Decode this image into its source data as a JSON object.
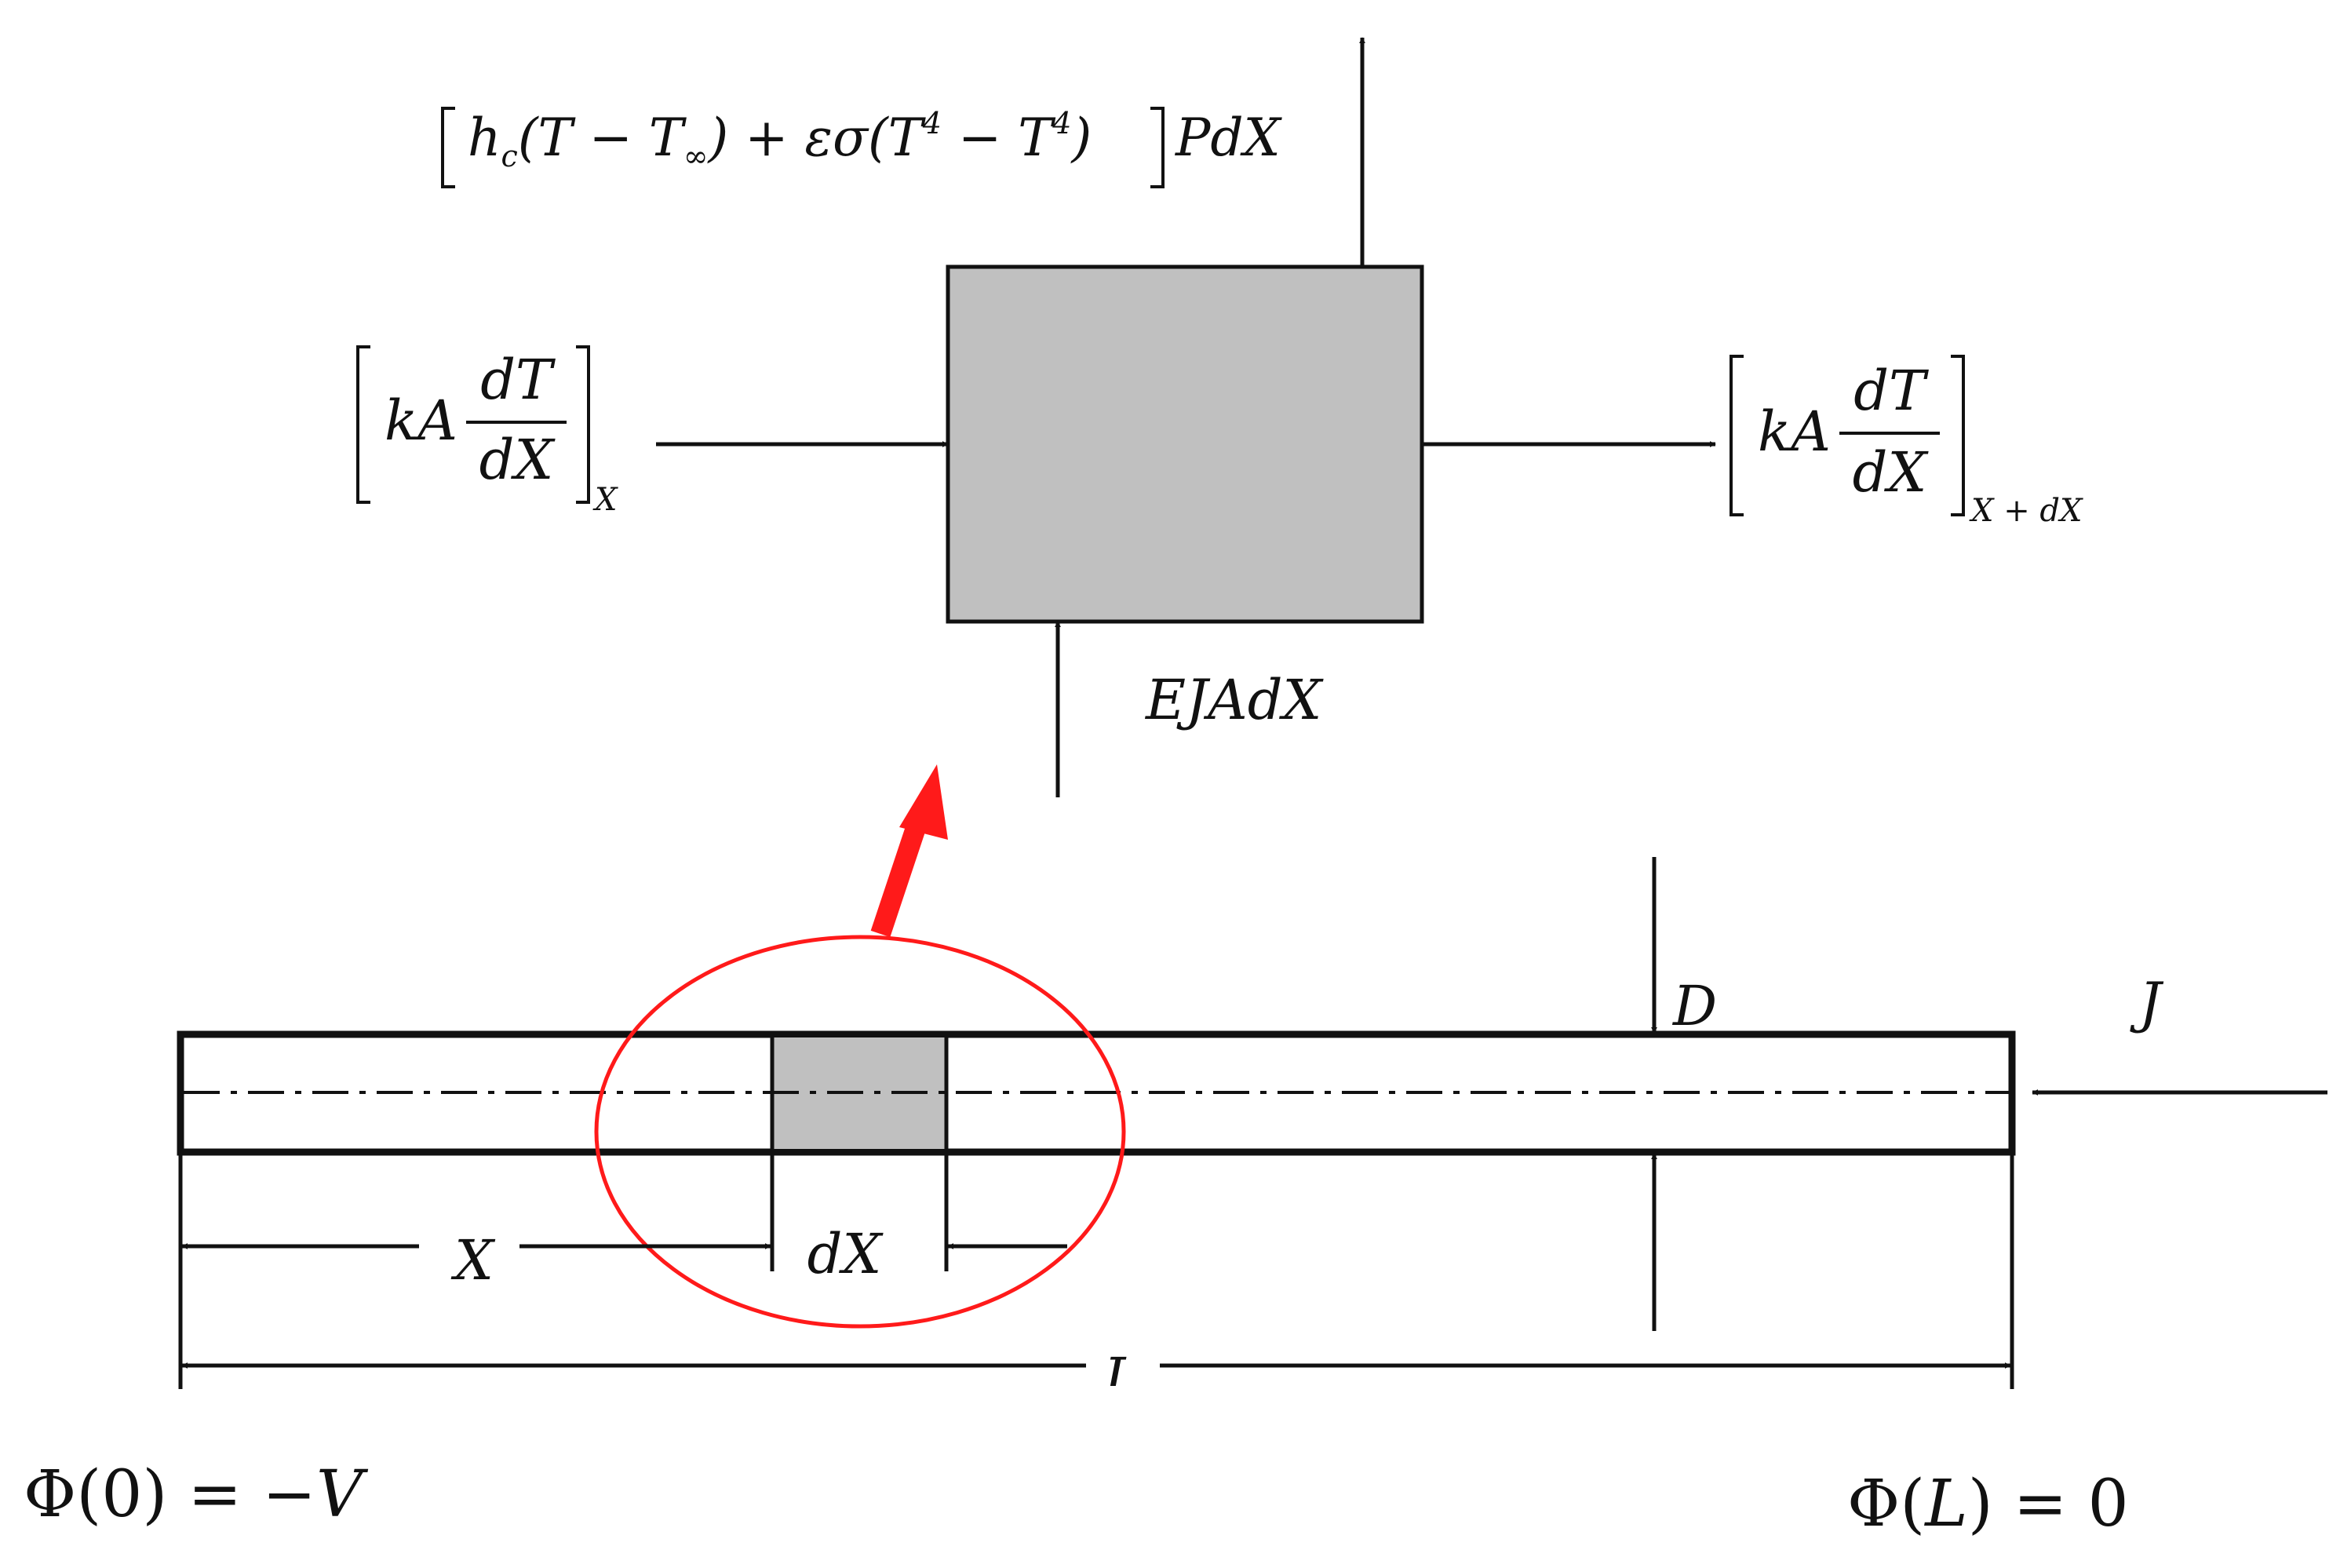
{
  "flux_top": {
    "lead": "h",
    "lead_sub": "c",
    "part1": "(T − T",
    "inf": "∞",
    "part2": ") + εσ(T",
    "pow1": "4",
    "part3": " − T",
    "pow2": "4",
    "part4": ")",
    "tail": "PdX"
  },
  "flux_left": {
    "coef": "kA",
    "num": "dT",
    "den": "dX",
    "sub": "X"
  },
  "flux_right": {
    "coef": "kA",
    "num": "dT",
    "den": "dX",
    "sub": "X + dX"
  },
  "source_label": "EJAdX",
  "rod": {
    "x_label": "X",
    "dx_label": "dX",
    "l_label": "L",
    "d_label": "D",
    "j_label": "J"
  },
  "bc_left": {
    "phi": "Φ",
    "arg": "(0) = −",
    "val": "V"
  },
  "bc_right": {
    "phi": "Φ",
    "arg_open": "(",
    "arg": "L",
    "rest": ") = 0"
  },
  "colors": {
    "element_fill": "#c0c0c0",
    "highlight": "#ff1a1a",
    "ink": "#111111"
  }
}
